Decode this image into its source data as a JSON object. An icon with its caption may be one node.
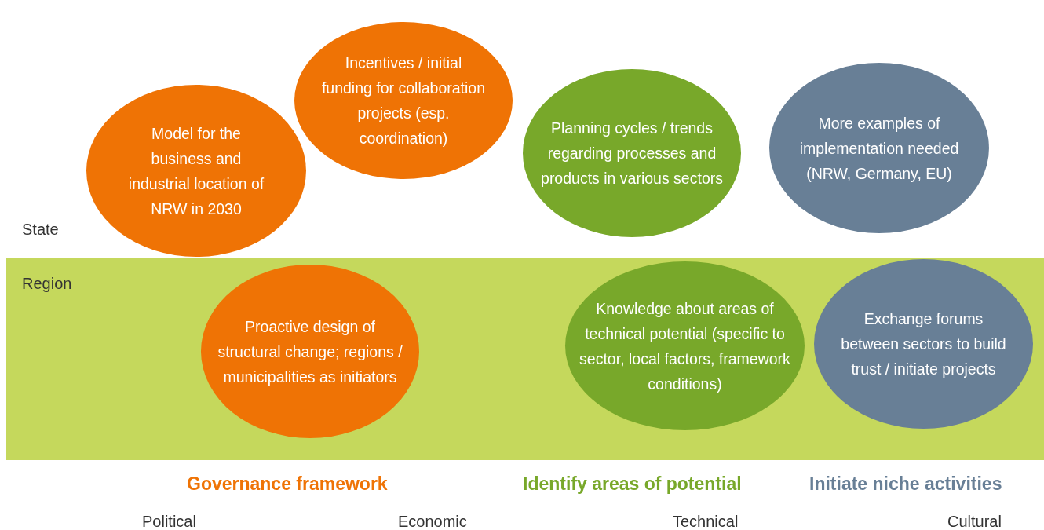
{
  "diagram": {
    "nodes": [
      {
        "text": [
          "Incentives / initial funding for collaboration projects (esp. coordination)"
        ]
      },
      {
        "text": [
          "Model for the business and industrial location of NRW in 2030"
        ]
      },
      {
        "text": [
          "Planning cycles / trends regarding processes and products in various sectors"
        ]
      },
      {
        "text": [
          "More examples of implementation needed (NRW, Germany, EU)"
        ]
      },
      {
        "text": [
          "Region"
        ]
      },
      {
        "text": [
          "Proactive design of structural change; regions / municipalities as initiators"
        ],
        "in": 4
      },
      {
        "text": [
          "Knowledge about areas of technical potential (specific to sector, local factors, framework conditions)"
        ],
        "in": 4
      },
      {
        "text": [
          "Exchange forums between sectors to build trust / initiate projects"
        ],
        "in": 4
      }
    ],
    "edges": [],
    "labels": [
      "State",
      "Governance framework",
      "Identify areas of potential",
      "Initiate niche activities",
      "Political",
      "Economic",
      "Technical",
      "Cultural"
    ]
  }
}
